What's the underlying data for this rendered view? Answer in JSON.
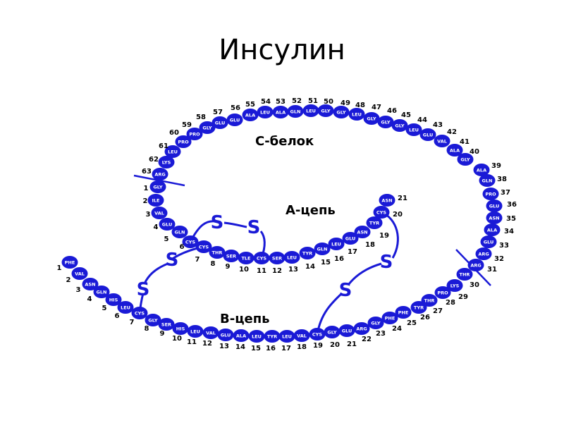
{
  "title": "Инсулин",
  "colors": {
    "bead": "#1a1ad6",
    "bead_text": "#ffffff",
    "line": "#1a1ad6",
    "ink": "#000000"
  },
  "labels": {
    "c_chain": "С-белок",
    "a_chain": "А-цепь",
    "b_chain": "В-цепь"
  },
  "bridge_letter": "S",
  "chains": {
    "B": [
      {
        "n": "1",
        "aa": "PHE"
      },
      {
        "n": "2",
        "aa": "VAL"
      },
      {
        "n": "3",
        "aa": "ASN"
      },
      {
        "n": "4",
        "aa": "GLN"
      },
      {
        "n": "5",
        "aa": "HIS"
      },
      {
        "n": "6",
        "aa": "LEU"
      },
      {
        "n": "7",
        "aa": "CYS"
      },
      {
        "n": "8",
        "aa": "GLY"
      },
      {
        "n": "9",
        "aa": "SER"
      },
      {
        "n": "10",
        "aa": "HIS"
      },
      {
        "n": "11",
        "aa": "LEU"
      },
      {
        "n": "12",
        "aa": "VAL"
      },
      {
        "n": "13",
        "aa": "GLU"
      },
      {
        "n": "14",
        "aa": "ALA"
      },
      {
        "n": "15",
        "aa": "LEU"
      },
      {
        "n": "16",
        "aa": "TYR"
      },
      {
        "n": "17",
        "aa": "LEU"
      },
      {
        "n": "18",
        "aa": "VAL"
      },
      {
        "n": "19",
        "aa": "CYS"
      },
      {
        "n": "20",
        "aa": "GLY"
      },
      {
        "n": "21",
        "aa": "GLU"
      },
      {
        "n": "22",
        "aa": "ARG"
      },
      {
        "n": "23",
        "aa": "GLY"
      },
      {
        "n": "24",
        "aa": "PHE"
      },
      {
        "n": "25",
        "aa": "PHE"
      },
      {
        "n": "26",
        "aa": "TYR"
      },
      {
        "n": "27",
        "aa": "THR"
      },
      {
        "n": "28",
        "aa": "PRO"
      },
      {
        "n": "29",
        "aa": "LYS"
      },
      {
        "n": "30",
        "aa": "THR"
      }
    ],
    "C": [
      {
        "n": "31",
        "aa": "ARG"
      },
      {
        "n": "32",
        "aa": "ARG"
      },
      {
        "n": "33",
        "aa": "GLU"
      },
      {
        "n": "34",
        "aa": "ALA"
      },
      {
        "n": "35",
        "aa": "ASN"
      },
      {
        "n": "36",
        "aa": "GLU"
      },
      {
        "n": "37",
        "aa": "PRO"
      },
      {
        "n": "38",
        "aa": "GLN"
      },
      {
        "n": "39",
        "aa": "ALA"
      },
      {
        "n": "40",
        "aa": "GLY"
      },
      {
        "n": "41",
        "aa": "ALA"
      },
      {
        "n": "42",
        "aa": "VAL"
      },
      {
        "n": "43",
        "aa": "GLU"
      },
      {
        "n": "44",
        "aa": "LEU"
      },
      {
        "n": "45",
        "aa": "GLY"
      },
      {
        "n": "46",
        "aa": "GLY"
      },
      {
        "n": "47",
        "aa": "GLY"
      },
      {
        "n": "48",
        "aa": "LEU"
      },
      {
        "n": "49",
        "aa": "GLY"
      },
      {
        "n": "50",
        "aa": "GLY"
      },
      {
        "n": "51",
        "aa": "LEU"
      },
      {
        "n": "52",
        "aa": "GLN"
      },
      {
        "n": "53",
        "aa": "ALA"
      },
      {
        "n": "54",
        "aa": "LEU"
      },
      {
        "n": "55",
        "aa": "ALA"
      },
      {
        "n": "56",
        "aa": "GLU"
      },
      {
        "n": "57",
        "aa": "GLU"
      },
      {
        "n": "58",
        "aa": "GLY"
      },
      {
        "n": "59",
        "aa": "PRO"
      },
      {
        "n": "60",
        "aa": "PRO"
      },
      {
        "n": "61",
        "aa": "LEU"
      },
      {
        "n": "62",
        "aa": "LYS"
      },
      {
        "n": "63",
        "aa": "ARG"
      }
    ],
    "A": [
      {
        "n": "1",
        "aa": "GLY"
      },
      {
        "n": "2",
        "aa": "ILE"
      },
      {
        "n": "3",
        "aa": "VAL"
      },
      {
        "n": "4",
        "aa": "GLU"
      },
      {
        "n": "5",
        "aa": "GLN"
      },
      {
        "n": "6",
        "aa": "CYS"
      },
      {
        "n": "7",
        "aa": "CYS"
      },
      {
        "n": "8",
        "aa": "THR"
      },
      {
        "n": "9",
        "aa": "SER"
      },
      {
        "n": "10",
        "aa": "TLE"
      },
      {
        "n": "11",
        "aa": "CYS"
      },
      {
        "n": "12",
        "aa": "SER"
      },
      {
        "n": "13",
        "aa": "LEU"
      },
      {
        "n": "14",
        "aa": "TYR"
      },
      {
        "n": "15",
        "aa": "GLN"
      },
      {
        "n": "16",
        "aa": "LEU"
      },
      {
        "n": "17",
        "aa": "GLU"
      },
      {
        "n": "18",
        "aa": "ASN"
      },
      {
        "n": "19",
        "aa": "TYR"
      },
      {
        "n": "20",
        "aa": "CYS"
      },
      {
        "n": "21",
        "aa": "ASN"
      }
    ]
  }
}
